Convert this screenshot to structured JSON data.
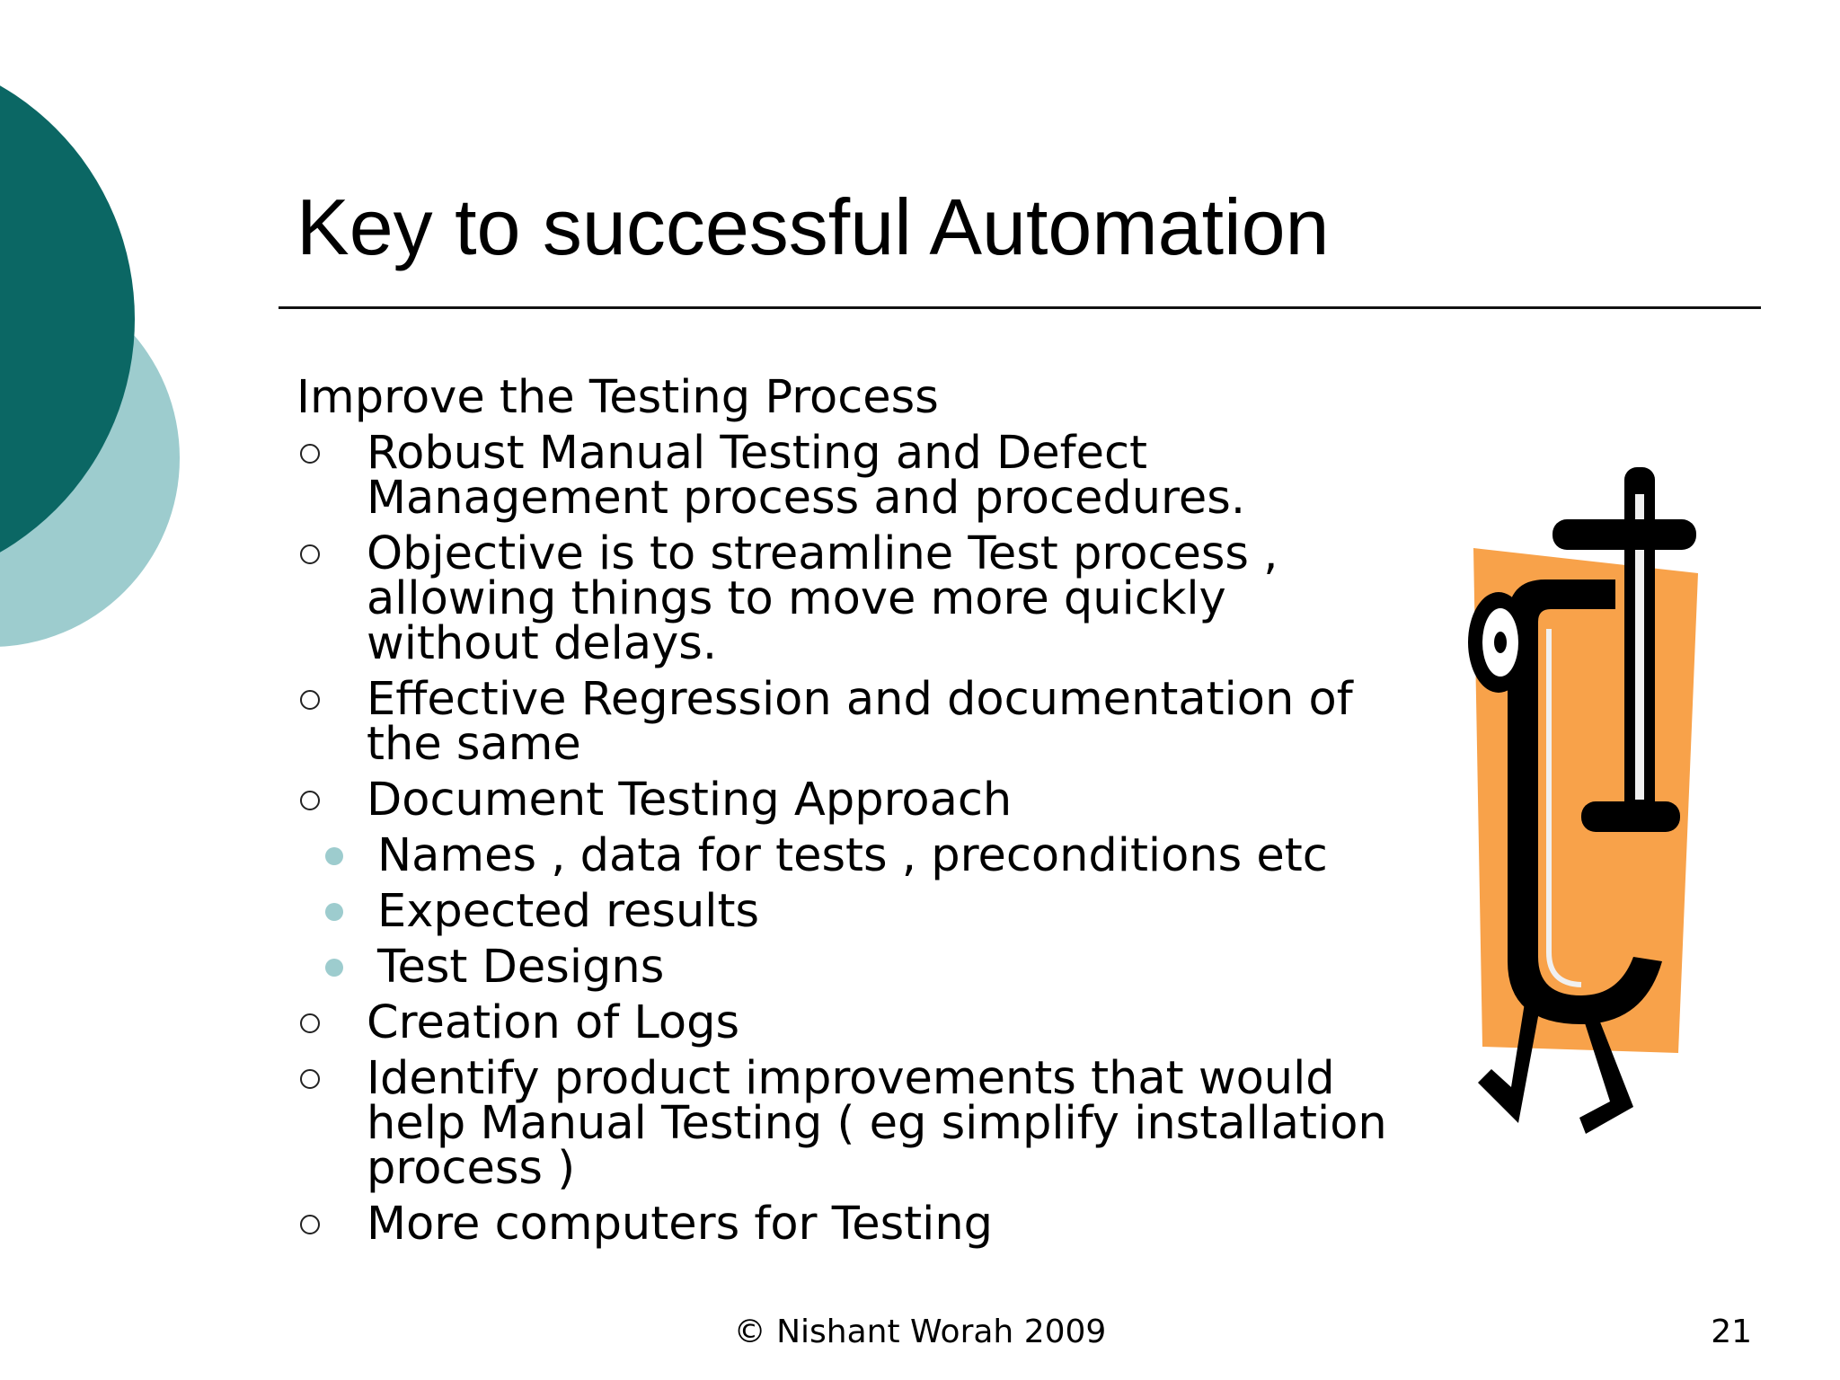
{
  "slide": {
    "title": "Key to successful Automation",
    "lead": "Improve the Testing Process",
    "bullets": [
      {
        "text": "Robust Manual Testing and Defect Management process and procedures."
      },
      {
        "text": "Objective is to streamline Test process , allowing things to move more quickly without delays."
      },
      {
        "text": "Effective Regression and documentation of the same"
      },
      {
        "text": "Document Testing Approach",
        "sub": [
          "Names , data for tests  , preconditions etc",
          "Expected results",
          "Test Designs"
        ]
      },
      {
        "text": "Creation of Logs"
      },
      {
        "text": "Identify product improvements that would help Manual Testing ( eg simplify installation process )"
      },
      {
        "text": "More computers for Testing"
      }
    ],
    "footer": "© Nishant Worah 2009",
    "page_number": "21"
  },
  "colors": {
    "teal_dark": "#0b6764",
    "teal_light": "#9dccce",
    "orange": "#f8a24a",
    "clip_black": "#000000"
  },
  "icons": {
    "decoration": "teal-circles-decoration",
    "clipart": "clamp-character-clipart"
  }
}
